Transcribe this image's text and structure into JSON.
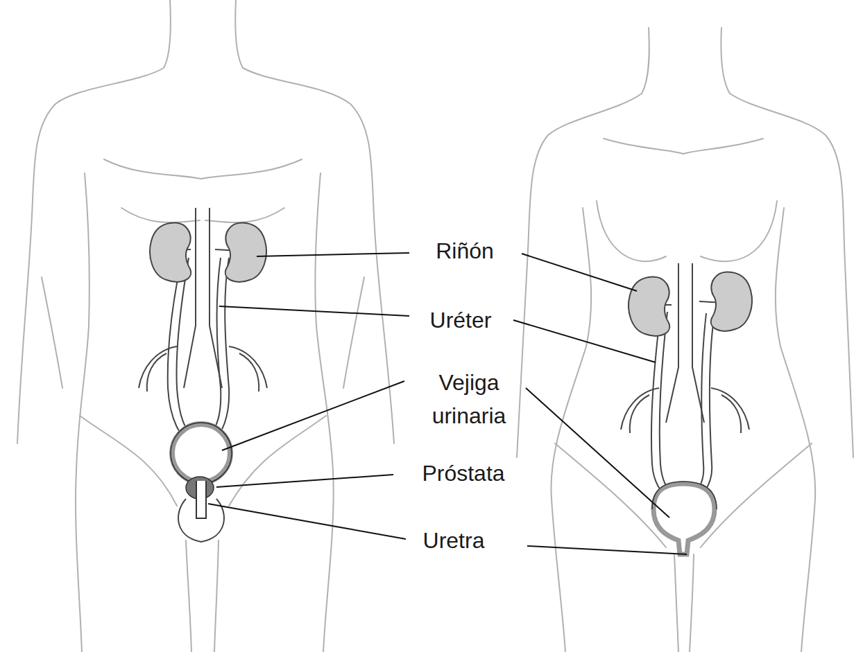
{
  "diagram": {
    "labels": [
      "Riñón",
      "Uréter",
      "Vejiga urinaria",
      "Próstata",
      "Uretra"
    ]
  }
}
